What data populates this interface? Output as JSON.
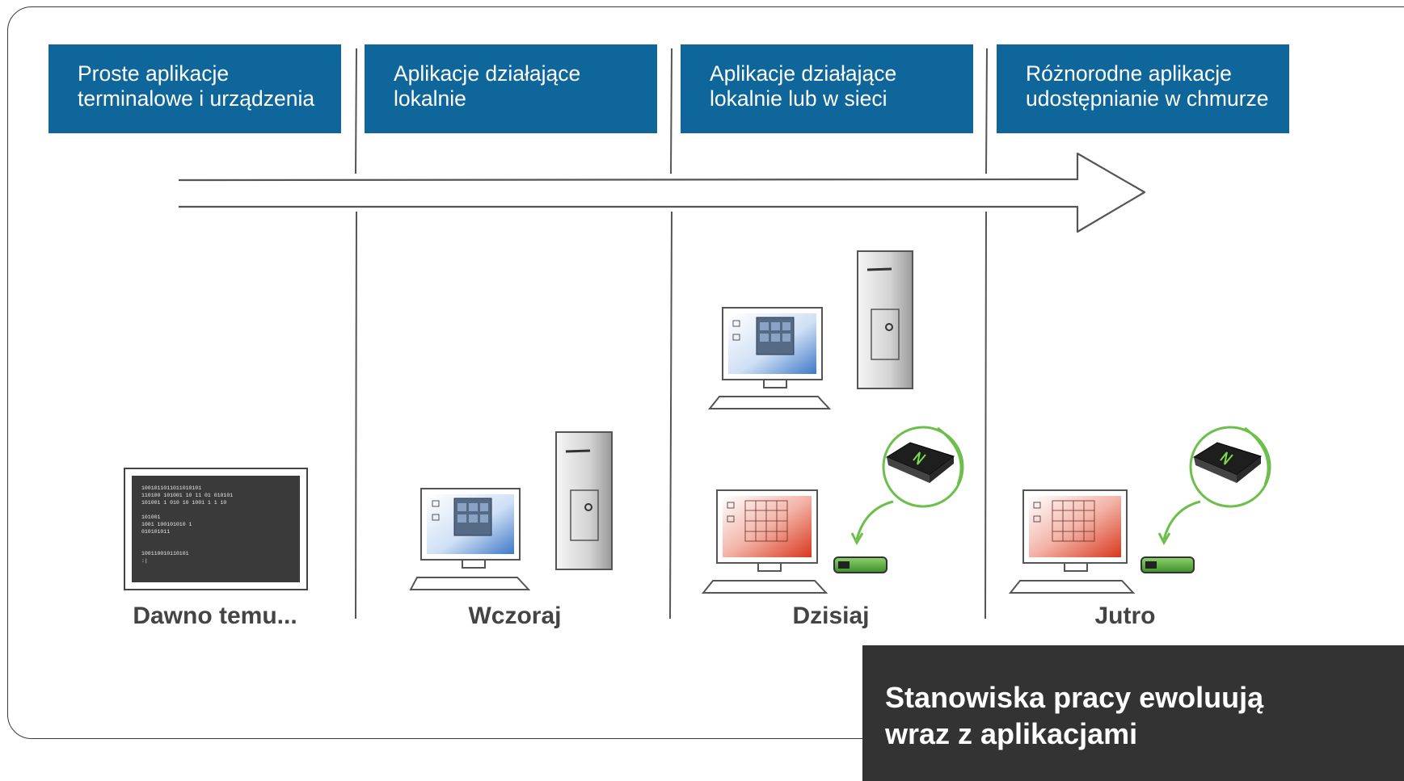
{
  "headers": [
    {
      "line1": "Proste aplikacje",
      "line2": "terminalowe i urządzenia"
    },
    {
      "line1": "Aplikacje działające",
      "line2": "lokalnie"
    },
    {
      "line1": "Aplikacje działające",
      "line2": "lokalnie lub w sieci"
    },
    {
      "line1": "Różnorodne aplikacje",
      "line2": "udostępnianie w chmurze"
    }
  ],
  "eras": [
    "Dawno temu...",
    "Wczoraj",
    "Dzisiaj",
    "Jutro"
  ],
  "terminal": {
    "lines": [
      "1001011011011010101",
      "110100 101001 10 11 01 010101",
      "101001 1 010 10 1001 1 1 10",
      "",
      "101001",
      "1001 100101010 1",
      "010101011",
      "",
      "",
      "100110010110101",
      ":|"
    ]
  },
  "panel": {
    "line1": "Stanowiska pracy ewoluują",
    "line2": "wraz z aplikacjami"
  },
  "colors": {
    "header_bg": "#0f669b",
    "panel_bg": "#333333",
    "zero_client_ring": "#6cbf4b",
    "era_text": "#444444"
  },
  "icons": [
    "desktop-computer-icon",
    "tower-case-icon",
    "terminal-icon",
    "zero-client-device-icon",
    "usb-key-icon"
  ]
}
